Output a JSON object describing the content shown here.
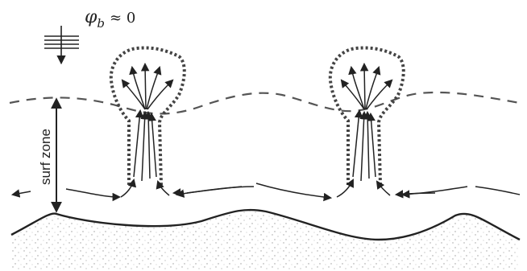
{
  "labels": {
    "breaker_angle": "φb ≈ 0",
    "breaker_angle_main": "φ",
    "breaker_angle_sub": "b",
    "breaker_angle_rel": "≈ 0",
    "surf_zone": "surf zone"
  },
  "diagram": {
    "rip_current_count": 2,
    "colors": {
      "ink": "#222222",
      "sand_dots": "#9a9a9a",
      "dashed_line": "#555555"
    }
  }
}
